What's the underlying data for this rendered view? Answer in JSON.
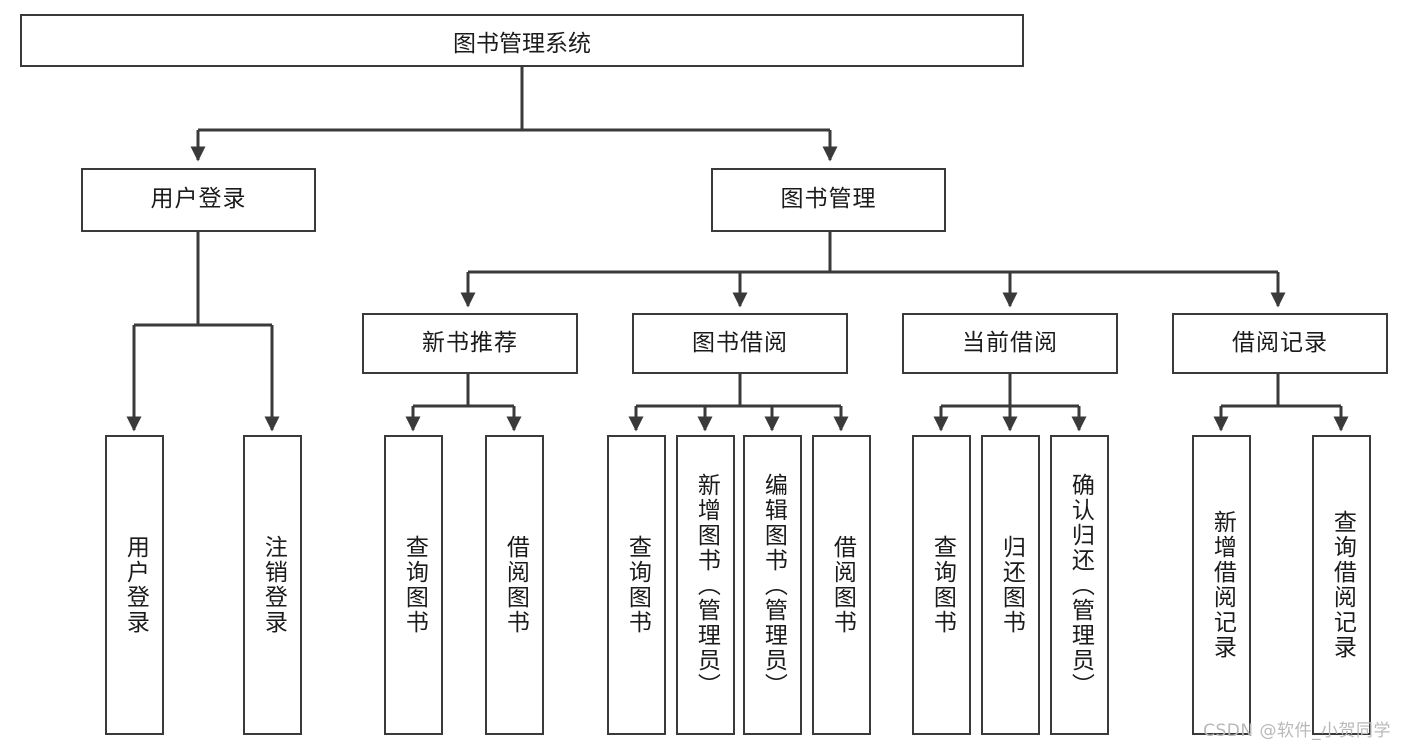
{
  "diagram": {
    "title": "图书管理系统",
    "type": "tree-hierarchy-chart",
    "orientation": "top-down",
    "box_border_color": "#3a3a3a",
    "background_color": "#ffffff",
    "connector_color": "#3a3a3a"
  },
  "root": {
    "label": "图书管理系统"
  },
  "level2": [
    {
      "label": "用户登录"
    },
    {
      "label": "图书管理"
    }
  ],
  "level3": [
    {
      "label": "新书推荐"
    },
    {
      "label": "图书借阅"
    },
    {
      "label": "当前借阅"
    },
    {
      "label": "借阅记录"
    }
  ],
  "leaves": {
    "user_login": [
      {
        "label": "用户登录"
      },
      {
        "label": "注销登录"
      }
    ],
    "new_book_recommend": [
      {
        "label": "查询图书"
      },
      {
        "label": "借阅图书"
      }
    ],
    "book_borrow": [
      {
        "label": "查询图书"
      },
      {
        "label": "新增图书（管理员）"
      },
      {
        "label": "编辑图书（管理员）"
      },
      {
        "label": "借阅图书"
      }
    ],
    "current_borrow": [
      {
        "label": "查询图书"
      },
      {
        "label": "归还图书"
      },
      {
        "label": "确认归还（管理员）"
      }
    ],
    "borrow_record": [
      {
        "label": "新增借阅记录"
      },
      {
        "label": "查询借阅记录"
      }
    ]
  },
  "watermark": {
    "text": "CSDN @软件_小贺同学"
  }
}
